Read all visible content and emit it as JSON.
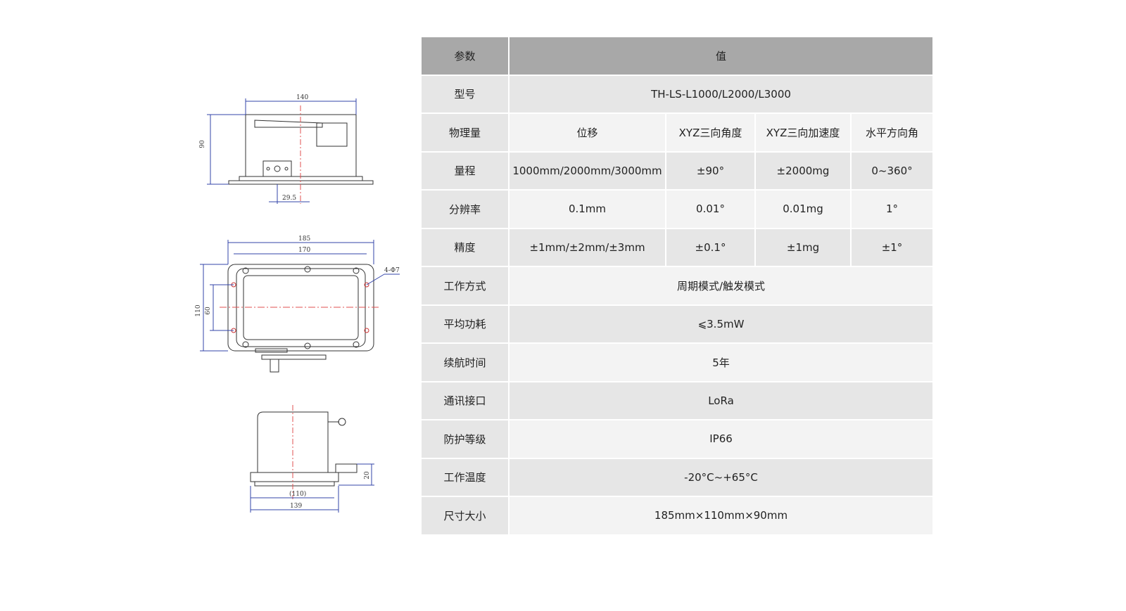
{
  "drawings": {
    "top_view": {
      "width_dim": "140",
      "height_dim": "90",
      "offset_dim": "29.5"
    },
    "plan_view": {
      "outer_width_dim": "185",
      "inner_width_dim": "170",
      "outer_height_dim": "110",
      "inner_height_dim": "60",
      "hole_note": "4-Φ7"
    },
    "side_view": {
      "inner_dim": "(110)",
      "base_dim": "139",
      "height_dim": "20"
    }
  },
  "table": {
    "header": {
      "param": "参数",
      "value": "值"
    },
    "model": {
      "label": "型号",
      "value": "TH-LS-L1000/L2000/L3000"
    },
    "quantity": {
      "label": "物理量",
      "cols": [
        "位移",
        "XYZ三向角度",
        "XYZ三向加速度",
        "水平方向角"
      ]
    },
    "range": {
      "label": "量程",
      "cols": [
        "1000mm/2000mm/3000mm",
        "±90°",
        "±2000mg",
        "0~360°"
      ]
    },
    "resolution": {
      "label": "分辨率",
      "cols": [
        "0.1mm",
        "0.01°",
        "0.01mg",
        "1°"
      ]
    },
    "accuracy": {
      "label": "精度",
      "cols": [
        "±1mm/±2mm/±3mm",
        "±0.1°",
        "±1mg",
        "±1°"
      ]
    },
    "mode": {
      "label": "工作方式",
      "value": "周期模式/触发模式"
    },
    "power": {
      "label": "平均功耗",
      "value": "⩽3.5mW"
    },
    "battery": {
      "label": "续航时间",
      "value": "5年"
    },
    "interface": {
      "label": "通讯接口",
      "value": "LoRa"
    },
    "protection": {
      "label": "防护等级",
      "value": "IP66"
    },
    "temperature": {
      "label": "工作温度",
      "value": "-20°C~+65°C"
    },
    "size": {
      "label": "尺寸大小",
      "value": "185mm×110mm×90mm"
    }
  }
}
